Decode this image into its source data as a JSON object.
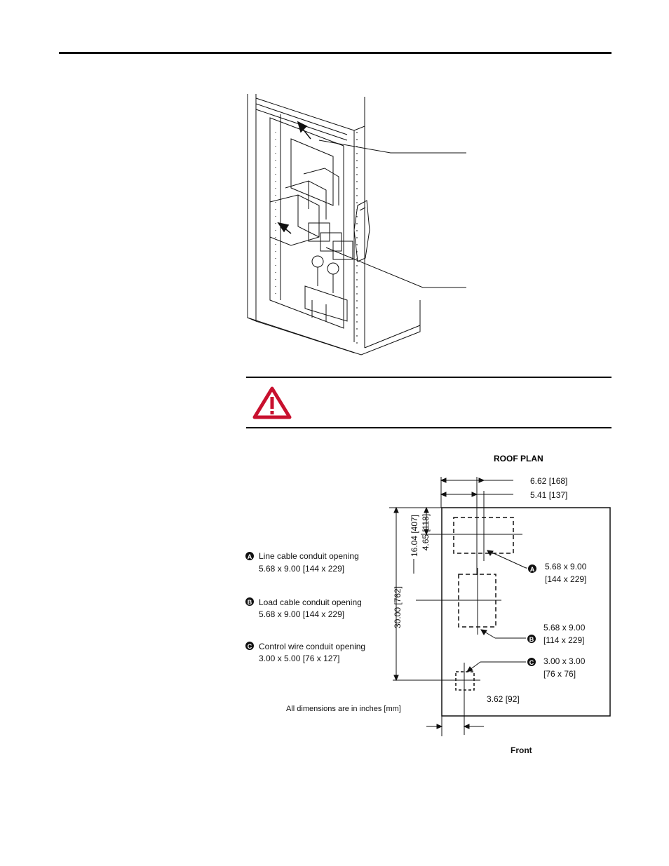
{
  "roof_plan": {
    "title": "ROOF PLAN",
    "front_label": "Front",
    "footnote": "All dimensions are in inches [mm]",
    "legend": [
      {
        "badge": "A",
        "line1": "Line cable conduit opening",
        "line2": "5.68 x 9.00  [144 x 229]"
      },
      {
        "badge": "B",
        "line1": "Load cable conduit opening",
        "line2": "5.68 x 9.00  [144 x 229]"
      },
      {
        "badge": "C",
        "line1": "Control wire conduit opening",
        "line2": "3.00 x 5.00  [76 x 127]"
      }
    ],
    "dimensions": {
      "top_outer": "6.62 [168]",
      "top_inner": "5.41 [137]",
      "vertical_total": "30.00 [762]",
      "vertical_mid": "16.04 [407]",
      "vertical_small": "4.65 [118]",
      "bottom": "3.62 [92]"
    },
    "callouts": [
      {
        "badge": "A",
        "line1": "5.68 x 9.00",
        "line2": "[144 x 229]"
      },
      {
        "badge": "B",
        "line1": "5.68 x 9.00",
        "line2": "[114 x 229]"
      },
      {
        "badge": "C",
        "line1": "3.00 x 3.00",
        "line2": "[76 x 76]"
      }
    ]
  },
  "colors": {
    "warning_red": "#c8102e",
    "line": "#111111"
  }
}
